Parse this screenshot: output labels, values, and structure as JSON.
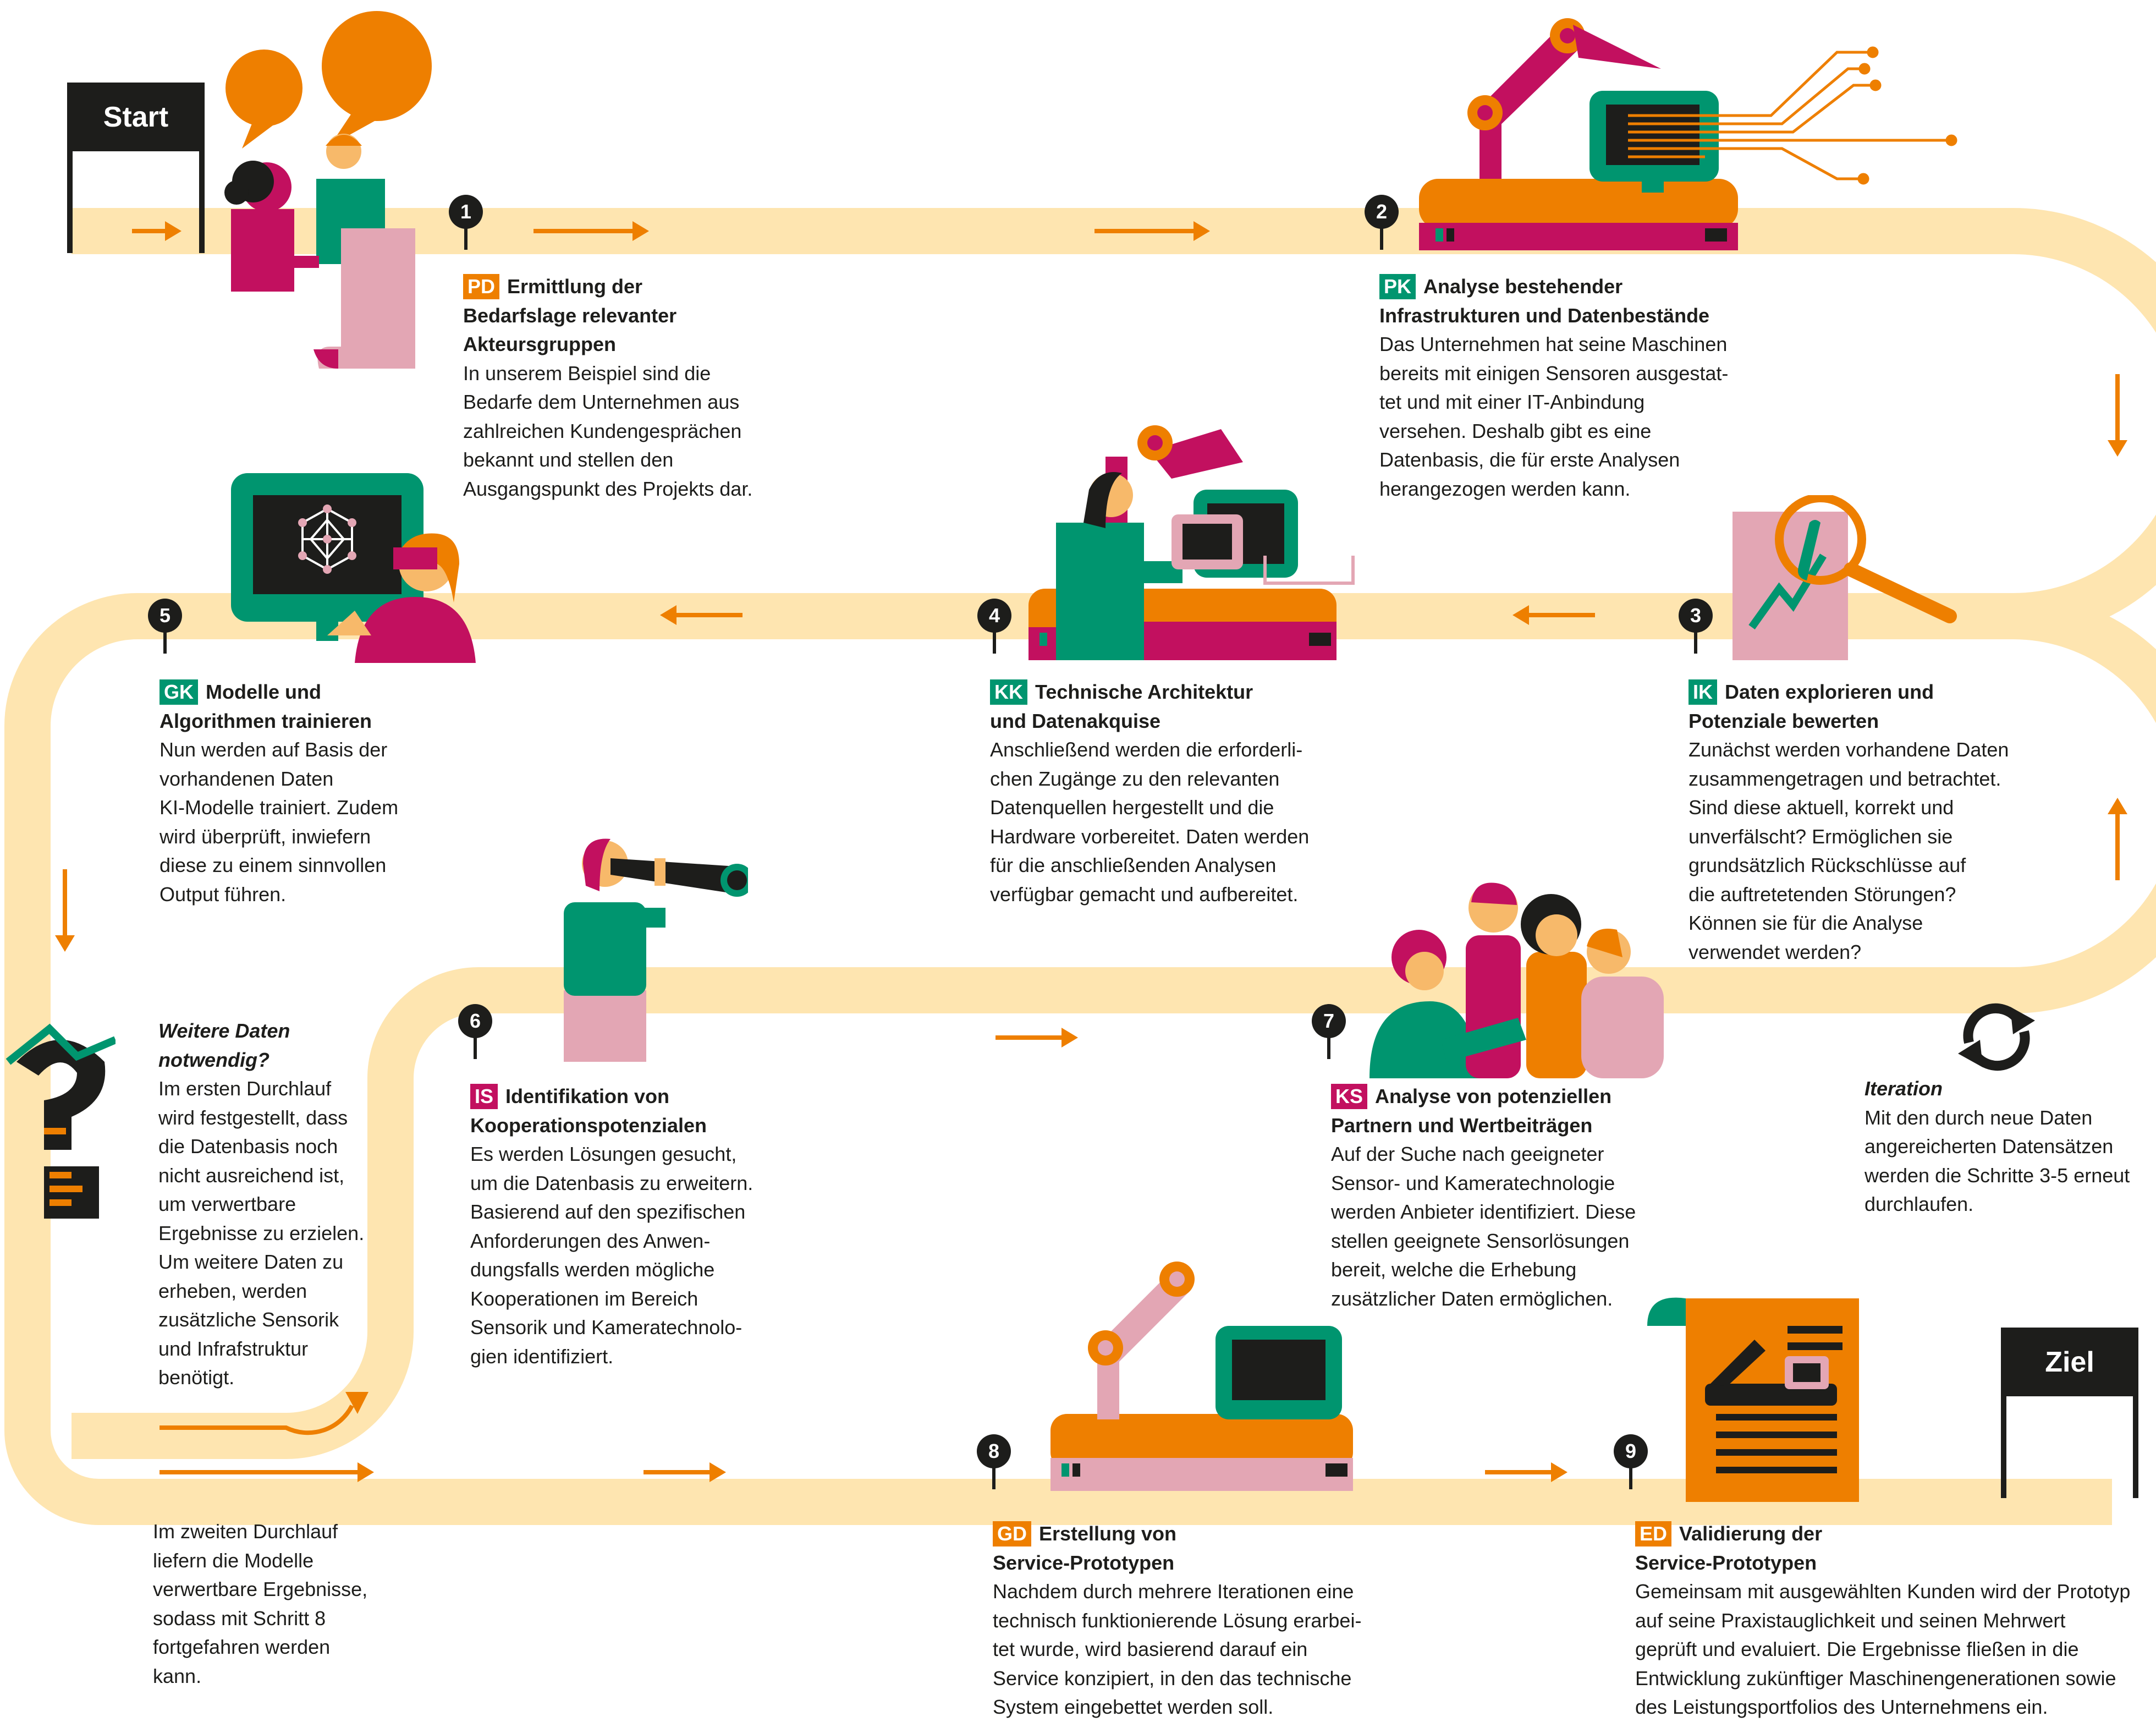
{
  "colors": {
    "road": "#fee5b0",
    "orange": "#ee7f00",
    "teal": "#00956f",
    "magenta": "#c2105f",
    "pink": "#e3a6b4",
    "black": "#1d1d1b"
  },
  "signs": {
    "start": "Start",
    "goal": "Ziel"
  },
  "steps": [
    {
      "num": "1",
      "badge": "PD",
      "title": "Ermittlung der\nBedarfslage relevanter\nAkteursgruppen",
      "body": "In unserem Beispiel sind die\nBedarfe dem Unternehmen aus\nzahlreichen Kundengesprächen\nbekannt und stellen den\nAusgangspunkt des Projekts dar."
    },
    {
      "num": "2",
      "badge": "PK",
      "title": "Analyse bestehender\nInfrastrukturen und Datenbestände",
      "body": "Das Unternehmen hat seine Maschinen\nbereits mit einigen Sensoren ausgestat-\ntet und mit einer IT-Anbindung\nversehen. Deshalb gibt es eine\nDatenbasis, die für erste Analysen\nherangezogen werden kann."
    },
    {
      "num": "3",
      "badge": "IK",
      "title": "Daten explorieren und\nPotenziale bewerten",
      "body": "Zunächst werden vorhandene Daten\nzusammengetragen und betrachtet.\nSind diese aktuell, korrekt und\nunverfälscht? Ermöglichen sie\ngrundsätzlich Rückschlüsse auf\ndie auftretetenden Störungen?\nKönnen sie für die Analyse\nverwendet werden?"
    },
    {
      "num": "4",
      "badge": "KK",
      "title": "Technische Architektur\nund Datenakquise",
      "body": "Anschließend werden die erforderli-\nchen Zugänge zu den relevanten\nDatenquellen hergestellt und die\nHardware vorbereitet. Daten werden\nfür die anschließenden Analysen\nverfügbar gemacht und aufbereitet."
    },
    {
      "num": "5",
      "badge": "GK",
      "title": "Modelle und\nAlgorithmen trainieren",
      "body": "Nun werden auf Basis der\nvorhandenen Daten\nKI-Modelle trainiert. Zudem\nwird überprüft, inwiefern\ndiese zu einem sinnvollen\nOutput führen."
    },
    {
      "num": "6",
      "badge": "IS",
      "title": "Identifikation von\nKooperationspotenzialen",
      "body": "Es werden Lösungen gesucht,\num die Datenbasis zu erweitern.\nBasierend auf den spezifischen\nAnforderungen des Anwen-\ndungsfalls werden mögliche\nKooperationen im Bereich\nSensorik und Kameratechnolo-\ngien identifiziert."
    },
    {
      "num": "7",
      "badge": "KS",
      "title": "Analyse von potenziellen\nPartnern und Wertbeiträgen",
      "body": "Auf der Suche nach geeigneter\nSensor- und Kameratechnologie\nwerden Anbieter identifiziert. Diese\nstellen geeignete Sensorlösungen\nbereit, welche die Erhebung\nzusätzlicher Daten ermöglichen."
    },
    {
      "num": "8",
      "badge": "GD",
      "title": "Erstellung von\nService-Prototypen",
      "body": "Nachdem durch mehrere Iterationen eine\ntechnisch funktionierende Lösung erarbei-\ntet wurde, wird basierend darauf ein\nService konzipiert, in den das technische\nSystem eingebettet werden soll."
    },
    {
      "num": "9",
      "badge": "ED",
      "title": "Validierung der\nService-Prototypen",
      "body": "Gemeinsam mit ausgewählten Kunden wird der Prototyp\nauf seine Praxistauglichkeit und seinen Mehrwert\ngeprüft und evaluiert. Die Ergebnisse fließen in die\nEntwicklung zukünftiger Maschinengenerationen sowie\ndes Leistungsportfolios des Unternehmens ein."
    }
  ],
  "notes": {
    "weitere": {
      "title": "Weitere Daten\nnotwendig?",
      "body": "Im ersten Durchlauf\nwird festgestellt, dass\ndie Datenbasis noch\nnicht ausreichend ist,\num verwertbare\nErgebnisse zu erzielen.\nUm weitere Daten zu\nerheben, werden\nzusätzliche Sensorik\nund Infrafstruktur\nbenötigt."
    },
    "iteration": {
      "title": "Iteration",
      "body": "Mit den durch neue Daten\nangereicherten Datensätzen\nwerden die Schritte 3-5 erneut\ndurchlaufen."
    },
    "zweiter": {
      "body": "Im zweiten Durchlauf\nliefern die Modelle\nverwertbare Ergebnisse,\nsodass mit Schritt 8\nfortgefahren werden\nkann."
    }
  },
  "icons": [
    "speech-bubbles-icon",
    "people-icon",
    "document-icon",
    "robot-arm-icon",
    "monitor-icon",
    "circuit-icon",
    "magnifier-icon",
    "chart-icon",
    "tablet-icon",
    "network-icon",
    "telescope-icon",
    "question-mark-icon",
    "iteration-icon",
    "arrow-icon",
    "flag-icon"
  ]
}
